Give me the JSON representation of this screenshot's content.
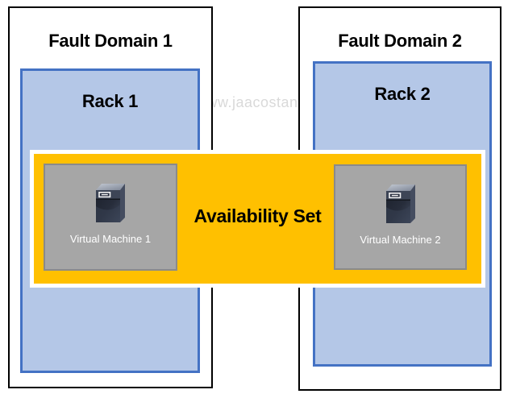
{
  "diagram": {
    "watermark": "www.jaacostan.com",
    "availability_set": {
      "label": "Availability Set"
    },
    "fault_domains": [
      {
        "label": "Fault Domain 1",
        "rack": {
          "label": "Rack 1",
          "vm": {
            "label": "Virtual Machine 1"
          }
        }
      },
      {
        "label": "Fault Domain 2",
        "rack": {
          "label": "Rack 2",
          "vm": {
            "label": "Virtual Machine 2"
          }
        }
      }
    ],
    "colors": {
      "fault_domain_border": "#000000",
      "rack_fill": "#b4c7e7",
      "rack_border": "#4472c4",
      "availability_set_fill": "#ffc000",
      "availability_set_outline": "#ffffff",
      "vm_fill": "#a6a6a6",
      "vm_border": "#8a8a8a",
      "vm_label_color": "#ffffff",
      "watermark_color": "#d9d9d9"
    },
    "icons": {
      "vm_icon": "server-icon"
    }
  }
}
